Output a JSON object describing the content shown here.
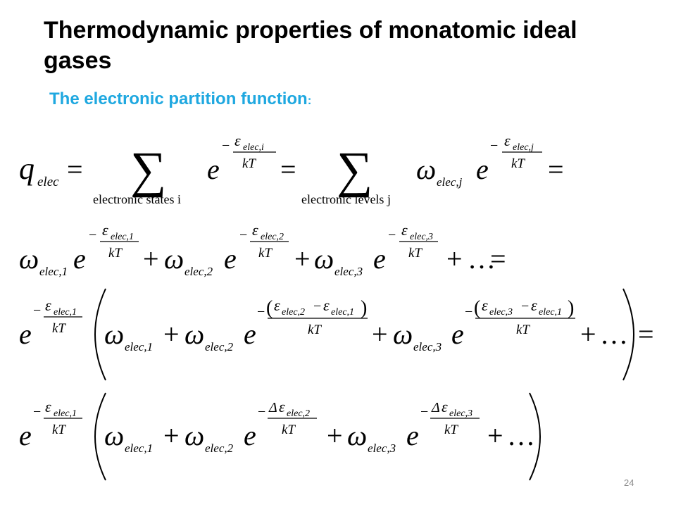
{
  "slide": {
    "title": "Thermodynamic properties of monatomic ideal gases",
    "subtitle": "The electronic partition function",
    "subtitle_colon": ":",
    "slide_number": "24",
    "accent_color": "#1fa8e0"
  },
  "equations": {
    "sum_states_label": "electronic states i",
    "sum_levels_label": "electronic levels j",
    "q_symbol": "q",
    "q_sub": "elec",
    "omega_symbol": "ω",
    "epsilon_symbol": "ε",
    "delta_symbol": "Δ",
    "e_symbol": "e",
    "kT": "kT",
    "equals": "=",
    "plus": "+",
    "minus": "−",
    "ellipsis": "…",
    "sum_symbol": "∑",
    "sub_elec_i": "elec,i",
    "sub_elec_j": "elec,j",
    "sub_elec_1": "elec,1",
    "sub_elec_2": "elec,2",
    "sub_elec_3": "elec,3"
  }
}
